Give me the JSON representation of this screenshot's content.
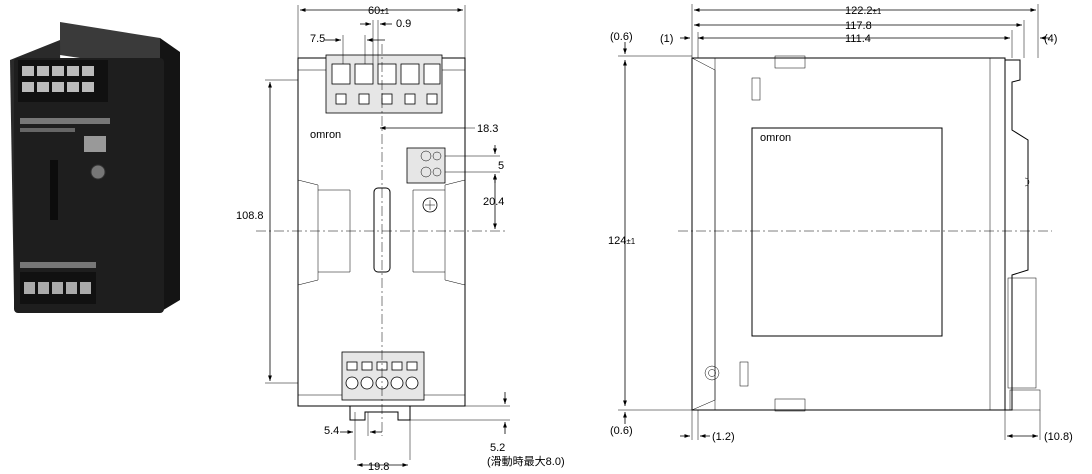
{
  "product": {
    "brand": "omron"
  },
  "front_view": {
    "logo": "omron",
    "dims": {
      "width": "60",
      "width_tol": "±1",
      "pitch": "7.5",
      "gap": "0.9",
      "height": "108.8",
      "pot_offset": "18.3",
      "pot_pitch": "5",
      "pot_height": "20.4",
      "rail_offset": "5.4",
      "rail_width": "19.8",
      "rail_depth": "5.2",
      "rail_note": "(滑動時最大8.0)"
    }
  },
  "side_view": {
    "logo": "omron",
    "dims": {
      "depth_total": "122.2",
      "depth_total_tol": "±1",
      "depth_mid": "117.8",
      "depth_body": "111.4",
      "left_offset": "(1)",
      "right_offset": "(4)",
      "top_gap": "(0.6)",
      "bottom_gap": "(0.6)",
      "height": "124",
      "height_tol": "±1",
      "bottom_left": "(1.2)",
      "bottom_right": "(10.8)"
    }
  }
}
